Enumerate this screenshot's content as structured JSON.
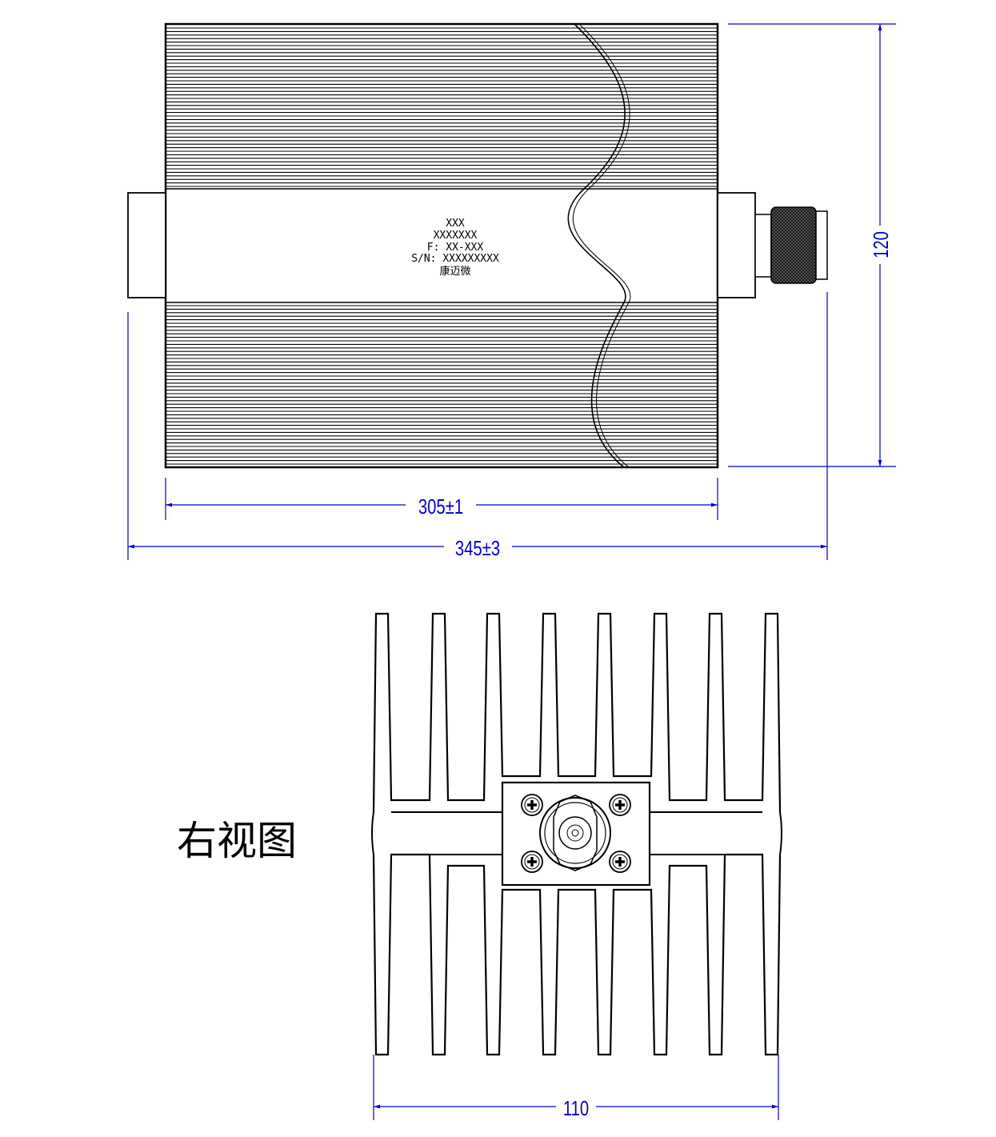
{
  "colors": {
    "line": "#000000",
    "dimension": "#0000cc",
    "background": "#ffffff",
    "label_bg": "#ffffff"
  },
  "front_view": {
    "label_lines": [
      "XXX",
      "XXXXXXX",
      "F: XX-XXX",
      "S/N: XXXXXXXXX",
      "康迈微"
    ]
  },
  "dimensions": {
    "body_length": "305±1",
    "overall_length": "345±3",
    "height": "120",
    "fin_width": "110"
  },
  "side_view": {
    "title": "右视图"
  },
  "icons": {
    "connector": "n-type-connector-icon",
    "screw": "phillips-screw-icon"
  }
}
